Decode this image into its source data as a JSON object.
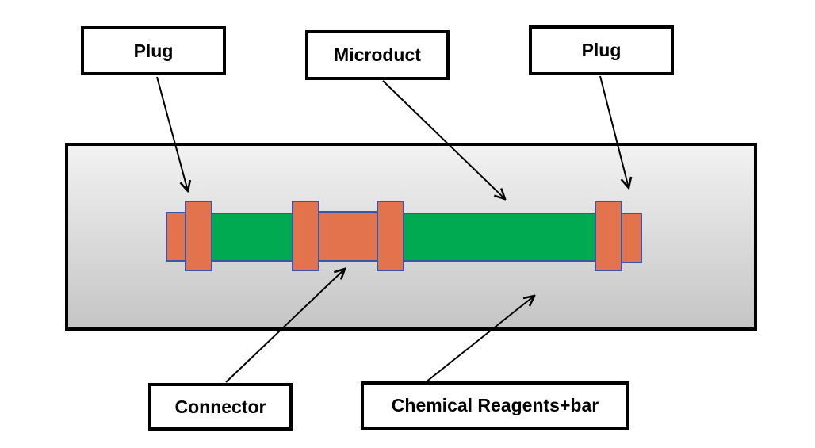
{
  "diagram": {
    "labels": {
      "plug_left": "Plug",
      "microduct": "Microduct",
      "plug_right": "Plug",
      "connector": "Connector",
      "chemical_reagents": "Chemical Reagents+bar"
    },
    "colors": {
      "duct_green": "#00AA50",
      "plug_orange": "#E2734D",
      "shape_border_blue": "#3B54A4",
      "panel_gradient_top": "#F2F2F2",
      "panel_gradient_bottom": "#C5C5C5",
      "outline_black": "#000000"
    }
  }
}
